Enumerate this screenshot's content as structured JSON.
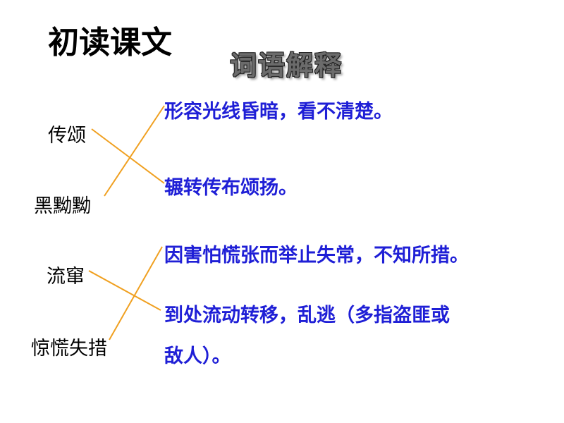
{
  "header": {
    "title": "初读课文",
    "subtitle": "词语解释"
  },
  "words": [
    {
      "text": "传颂"
    },
    {
      "text": "黑黝黝"
    },
    {
      "text": "流窜"
    },
    {
      "text": "惊慌失措"
    }
  ],
  "definitions": [
    {
      "text": "形容光线昏暗，看不清楚。"
    },
    {
      "text": "辗转传布颂扬。"
    },
    {
      "text": "因害怕慌张而举止失常，不知所措。"
    },
    {
      "text": "到处流动转移，乱逃（多指盗匪或"
    },
    {
      "text": "敌人）。"
    }
  ],
  "colors": {
    "definition_text": "#1f1fd6",
    "connector_line": "#f0a020",
    "subtitle_fill": "#6b6b6b"
  }
}
